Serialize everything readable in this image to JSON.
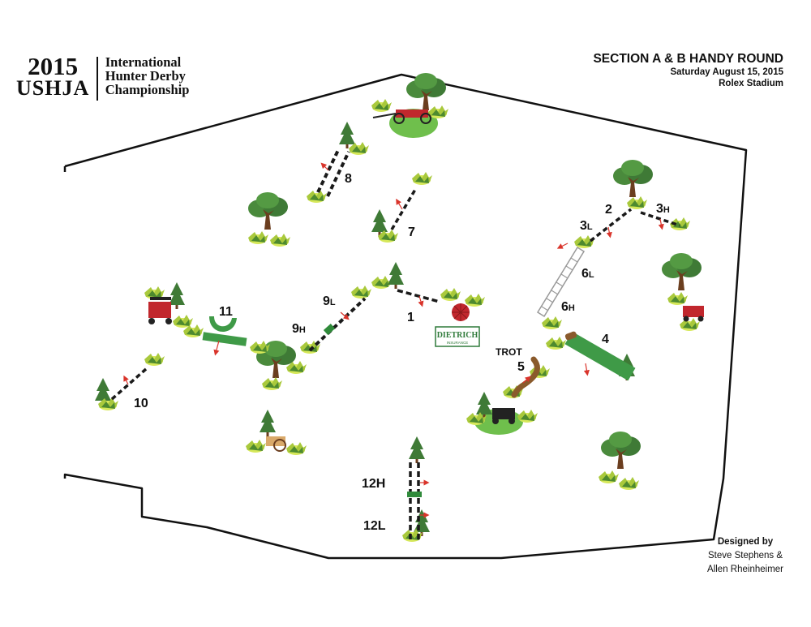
{
  "logo": {
    "year": "2015",
    "org": "USHJA",
    "event_line1": "International",
    "event_line2": "Hunter Derby",
    "event_line3": "Championship"
  },
  "header": {
    "title": "SECTION A & B HANDY ROUND",
    "date": "Saturday August 15, 2015",
    "venue": "Rolex Stadium"
  },
  "credits": {
    "label": "Designed by",
    "line1": "Steve Stephens &",
    "line2": "Allen Rheinheimer"
  },
  "fences": {
    "f1": "1",
    "f2": "2",
    "f3": "3",
    "f3_sub": "H",
    "f3l": "3",
    "f3l_sub": "L",
    "f4": "4",
    "f5": "5",
    "f6l": "6",
    "f6l_sub": "L",
    "f6h": "6",
    "f6h_sub": "H",
    "f7": "7",
    "f8": "8",
    "f9l": "9",
    "f9l_sub": "L",
    "f9h": "9",
    "f9h_sub": "H",
    "f10": "10",
    "f11": "11",
    "f12h": "12H",
    "f12l": "12L",
    "trot": "TROT"
  },
  "sponsor": {
    "name": "DIETRICH",
    "tagline": "INSURANCE"
  },
  "colors": {
    "arena_border": "#111111",
    "foliage_light": "#d6e85a",
    "foliage_dark": "#4e8a2f",
    "tree_green": "#3f7a36",
    "trunk": "#6b3e1f",
    "arrow": "#d9342b",
    "pole_dark": "#1a1a1a",
    "fence_green": "#2f8a3a",
    "log_brown": "#8a5a2c"
  }
}
